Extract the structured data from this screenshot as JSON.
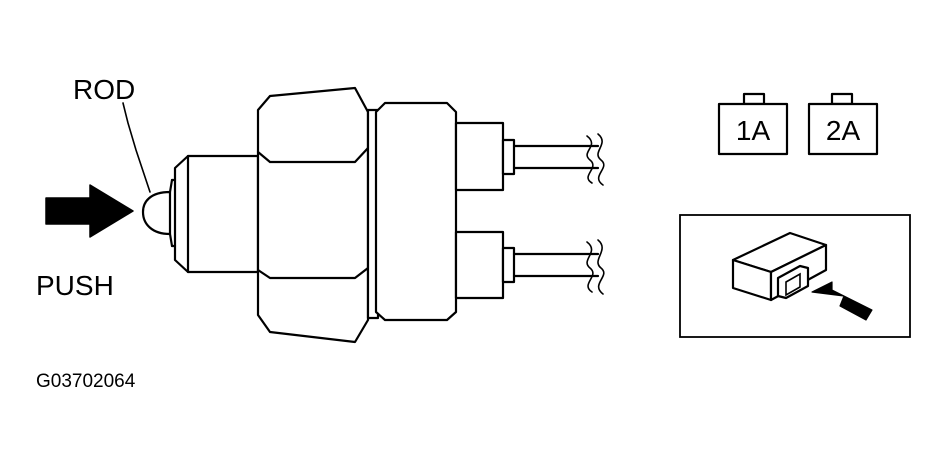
{
  "labels": {
    "rod": "ROD",
    "push": "PUSH",
    "figure_id": "G03702064"
  },
  "connectors": {
    "pin_1": "1A",
    "pin_2": "2A"
  }
}
